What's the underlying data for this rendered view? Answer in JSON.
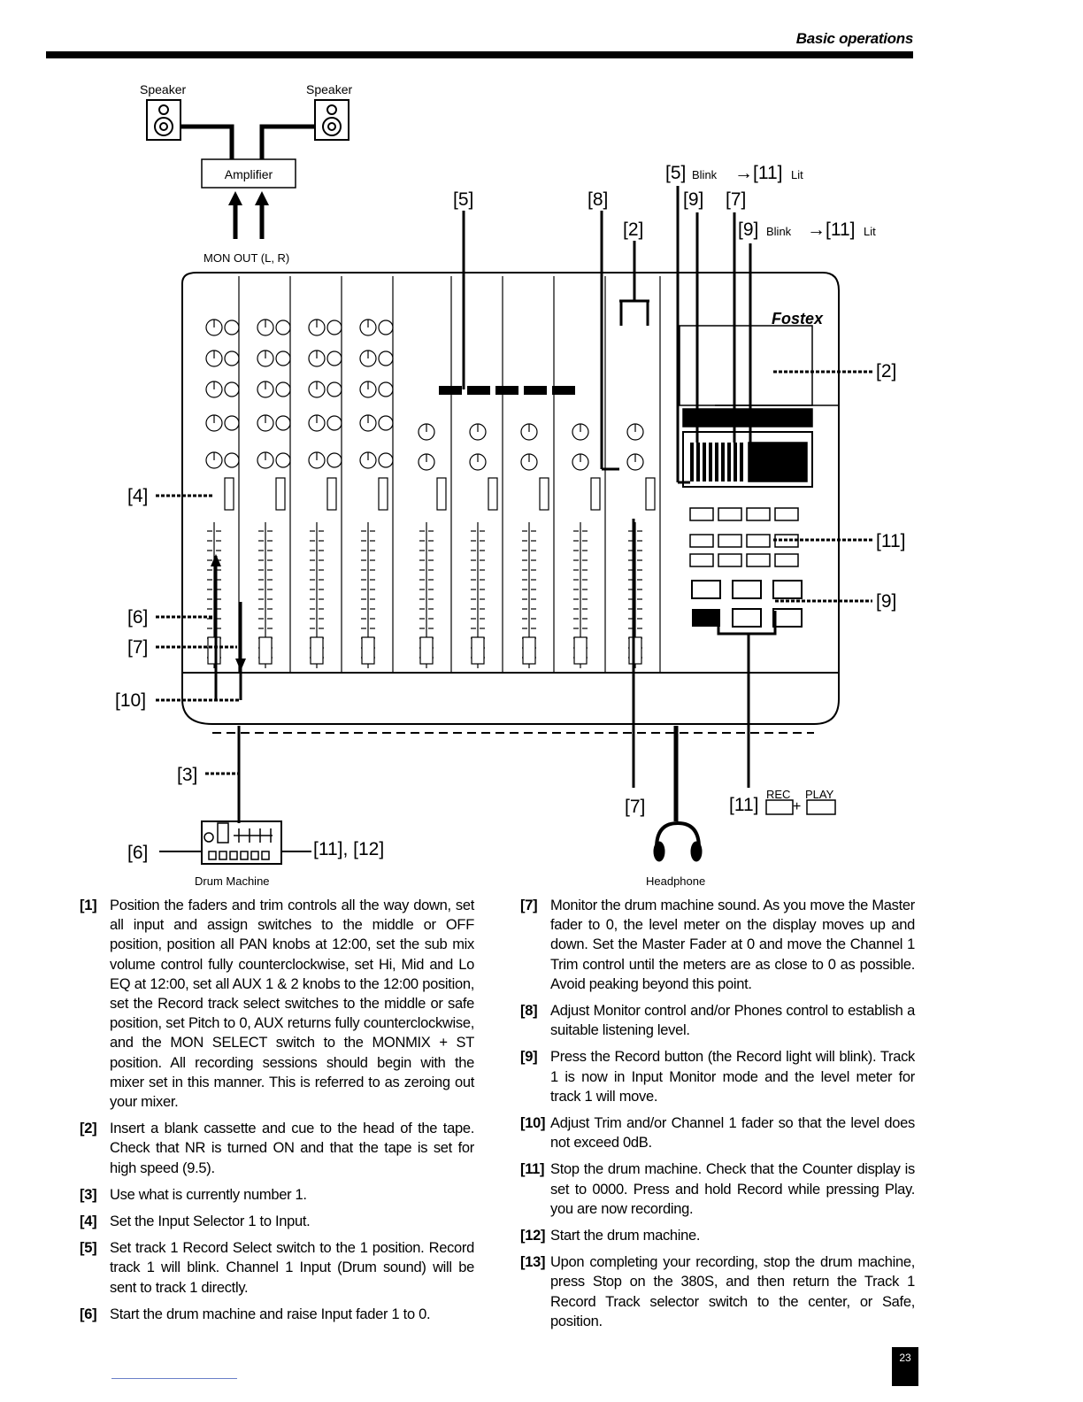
{
  "header": {
    "section_title": "Basic operations"
  },
  "diagram": {
    "speaker_left": "Speaker",
    "speaker_right": "Speaker",
    "amplifier": "Amplifier",
    "mon_out": "MON OUT (L, R)",
    "brand": "Fostex",
    "callout_5_top": "[5]",
    "callout_8": "[8]",
    "callout_2_top": "[2]",
    "callout_5_blink": "[5]",
    "blink_word_1": "Blink",
    "arrow_11_1": "→[11]",
    "lit_word_1": "Lit",
    "callout_9_top": "[9]",
    "callout_7_top": "[7]",
    "callout_9_blink": "[9]",
    "blink_word_2": "Blink",
    "arrow_11_2": "→[11]",
    "lit_word_2": "Lit",
    "callout_2_right": "[2]",
    "callout_11_right": "[11]",
    "callout_9_right": "[9]",
    "callout_4": "[4]",
    "callout_6_left": "[6]",
    "callout_7_left": "[7]",
    "callout_10": "[10]",
    "callout_3": "[3]",
    "callout_6_drum": "[6]",
    "callout_11_12": "[11], [12]",
    "drum_machine": "Drum Machine",
    "callout_7_bottom": "[7]",
    "headphone": "Headphone",
    "callout_11_bottom": "[11]",
    "rec_label": "REC",
    "play_label": "PLAY",
    "plus": "+"
  },
  "steps_left": [
    {
      "num": "[1]",
      "text": "Position the faders and trim controls all the way down, set all input and assign switches to the middle or OFF position, position all PAN knobs at 12:00, set the sub mix volume control fully counterclockwise, set Hi, Mid and Lo EQ at 12:00, set all AUX 1 & 2 knobs to the 12:00 position, set the Record track select switches to the middle or safe position, set Pitch to 0, AUX returns fully counterclockwise, and the MON SELECT switch to the MONMIX + ST position. All recording sessions should begin with the mixer set in this manner. This is referred to as zeroing out your mixer."
    },
    {
      "num": "[2]",
      "text": "Insert a blank cassette and cue to the head of the tape. Check that NR is turned ON and that the tape is set for high speed (9.5)."
    },
    {
      "num": "[3]",
      "text": "Use what is currently number 1."
    },
    {
      "num": "[4]",
      "text": "Set the Input Selector 1 to Input."
    },
    {
      "num": "[5]",
      "text": "Set track 1 Record Select switch to the 1 position. Record track 1 will blink. Channel 1 Input (Drum sound) will be sent to track 1 directly."
    },
    {
      "num": "[6]",
      "text": "Start the drum machine and raise Input fader 1 to 0."
    }
  ],
  "steps_right": [
    {
      "num": "[7]",
      "text": "Monitor the drum machine sound. As you move the Master fader to 0, the level meter on the display moves up and down. Set the Master Fader at 0 and move the Channel 1 Trim control until the meters are as close to 0 as possible. Avoid peaking beyond this point."
    },
    {
      "num": "[8]",
      "text": "Adjust Monitor control and/or Phones control to establish a suitable listening level."
    },
    {
      "num": "[9]",
      "text": "Press the Record button (the Record light will blink). Track 1 is now in Input Monitor mode and the level meter for track 1 will move."
    },
    {
      "num": "[10]",
      "text": "Adjust Trim and/or Channel 1 fader so that the level does not exceed 0dB."
    },
    {
      "num": "[11]",
      "text": "Stop the drum machine. Check that the Counter display is set to 0000. Press and hold Record while pressing Play. you are now recording."
    },
    {
      "num": "[12]",
      "text": "Start the drum machine."
    },
    {
      "num": "[13]",
      "text": "Upon completing your recording, stop the drum machine, press Stop on the 380S, and then return the Track 1 Record Track selector switch to the center, or Safe, position."
    }
  ],
  "page_number": "23"
}
